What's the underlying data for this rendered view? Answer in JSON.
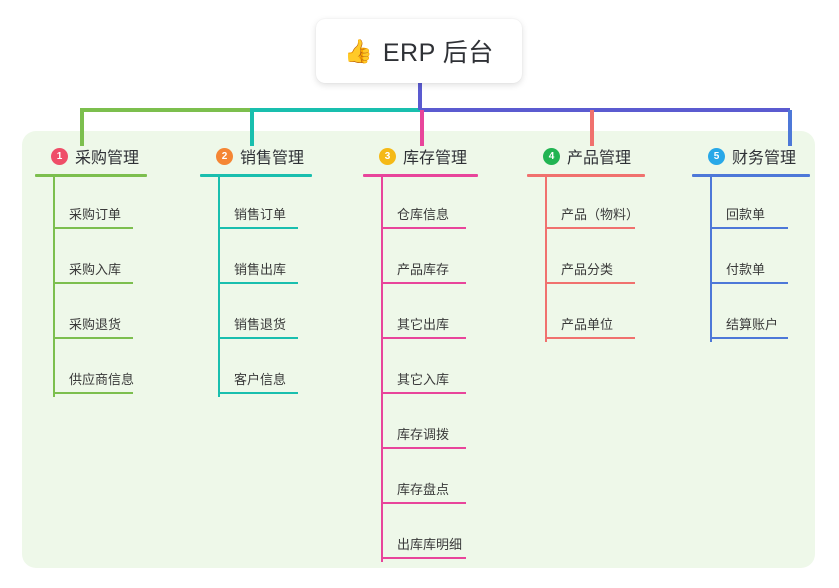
{
  "root": {
    "icon": "thumbs-up-icon",
    "emoji": "👍",
    "title": "ERP 后台"
  },
  "palette": {
    "page_background": "#ffffff",
    "panel_background": "#eef8e9",
    "card_background": "#ffffff",
    "stem": "#5b5bd0",
    "bus_left": "#7cbf4e",
    "bus_mid": "#19bfae",
    "bus_right": "#5b5bd0",
    "text": "#2f3136"
  },
  "columns": [
    {
      "number": "1",
      "title": "采购管理",
      "badge_color": "#ef4e68",
      "line_color": "#7cbf4e",
      "items": [
        {
          "label": "采购订单"
        },
        {
          "label": "采购入库"
        },
        {
          "label": "采购退货"
        },
        {
          "label": "供应商信息"
        }
      ]
    },
    {
      "number": "2",
      "title": "销售管理",
      "badge_color": "#f58634",
      "line_color": "#19bfae",
      "items": [
        {
          "label": "销售订单"
        },
        {
          "label": "销售出库"
        },
        {
          "label": "销售退货"
        },
        {
          "label": "客户信息"
        }
      ]
    },
    {
      "number": "3",
      "title": "库存管理",
      "badge_color": "#f5b916",
      "line_color": "#e8459b",
      "items": [
        {
          "label": "仓库信息"
        },
        {
          "label": "产品库存"
        },
        {
          "label": "其它出库"
        },
        {
          "label": "其它入库"
        },
        {
          "label": "库存调拨"
        },
        {
          "label": "库存盘点"
        },
        {
          "label": "出库库明细"
        }
      ]
    },
    {
      "number": "4",
      "title": "产品管理",
      "badge_color": "#21b452",
      "line_color": "#f0716e",
      "items": [
        {
          "label": "产品（物料）"
        },
        {
          "label": "产品分类"
        },
        {
          "label": "产品单位"
        }
      ]
    },
    {
      "number": "5",
      "title": "财务管理",
      "badge_color": "#28a8e8",
      "line_color": "#4d78d8",
      "items": [
        {
          "label": "回款单"
        },
        {
          "label": "付款单"
        },
        {
          "label": "结算账户"
        }
      ]
    }
  ]
}
